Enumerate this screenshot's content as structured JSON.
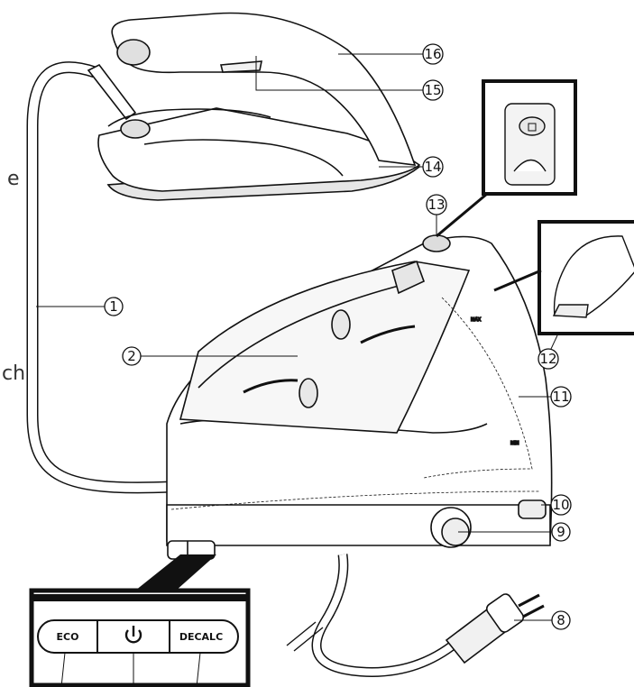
{
  "callouts": [
    {
      "id": "1",
      "label": "1"
    },
    {
      "id": "2",
      "label": "2"
    },
    {
      "id": "8",
      "label": "8"
    },
    {
      "id": "9",
      "label": "9"
    },
    {
      "id": "10",
      "label": "10"
    },
    {
      "id": "11",
      "label": "11"
    },
    {
      "id": "12",
      "label": "12"
    },
    {
      "id": "13",
      "label": "13"
    },
    {
      "id": "14",
      "label": "14"
    },
    {
      "id": "15",
      "label": "15"
    },
    {
      "id": "16",
      "label": "16"
    }
  ],
  "control_panel": {
    "eco_label": "ECO",
    "power_icon": "power-icon",
    "decalc_label": "DECALC"
  },
  "tank_marks": {
    "max": "MAX",
    "min": "MIN"
  },
  "cropped_text": {
    "e": "e",
    "ch": "ch"
  },
  "colors": {
    "line": "#111111",
    "fill": "#ffffff",
    "shade": "#e9e9e9"
  }
}
